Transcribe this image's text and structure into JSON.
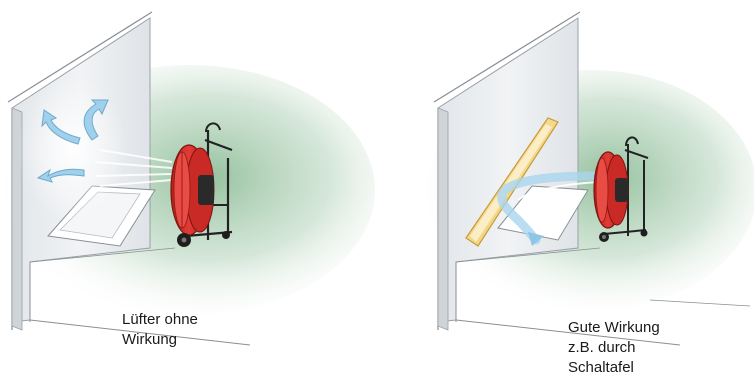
{
  "scenes": [
    {
      "caption_lines": [
        "Lüfter ohne",
        "Wirkung"
      ],
      "colors": {
        "fan_red": "#d8322d",
        "floor_green": "#5e9f66",
        "airflow_blue": "#8fc6e6"
      },
      "icons": [
        "wall",
        "floor-hatch",
        "red-fan",
        "airflow-arrows"
      ]
    },
    {
      "caption_lines": [
        "Gute Wirkung",
        "z.B. durch",
        "Schaltafel"
      ],
      "colors": {
        "fan_red": "#d8322d",
        "floor_green": "#5e9f66",
        "panel_yellow": "#f1d27a",
        "airflow_blue": "#a9d5ee"
      },
      "icons": [
        "wall",
        "floor-hatch",
        "red-fan",
        "yellow-panel",
        "guided-airflow"
      ]
    }
  ]
}
